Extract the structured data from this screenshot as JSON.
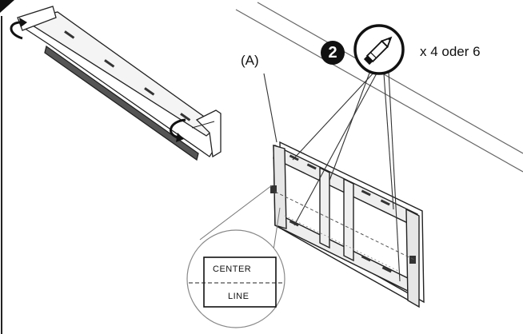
{
  "step": {
    "number": "2",
    "tool_icon": "pencil-icon",
    "quantity_label": "x 4 oder 6"
  },
  "part_label": "(A)",
  "detail": {
    "center_label": "CENTER",
    "line_label": "LINE"
  },
  "colors": {
    "ink": "#111111",
    "paper": "#ffffff"
  }
}
